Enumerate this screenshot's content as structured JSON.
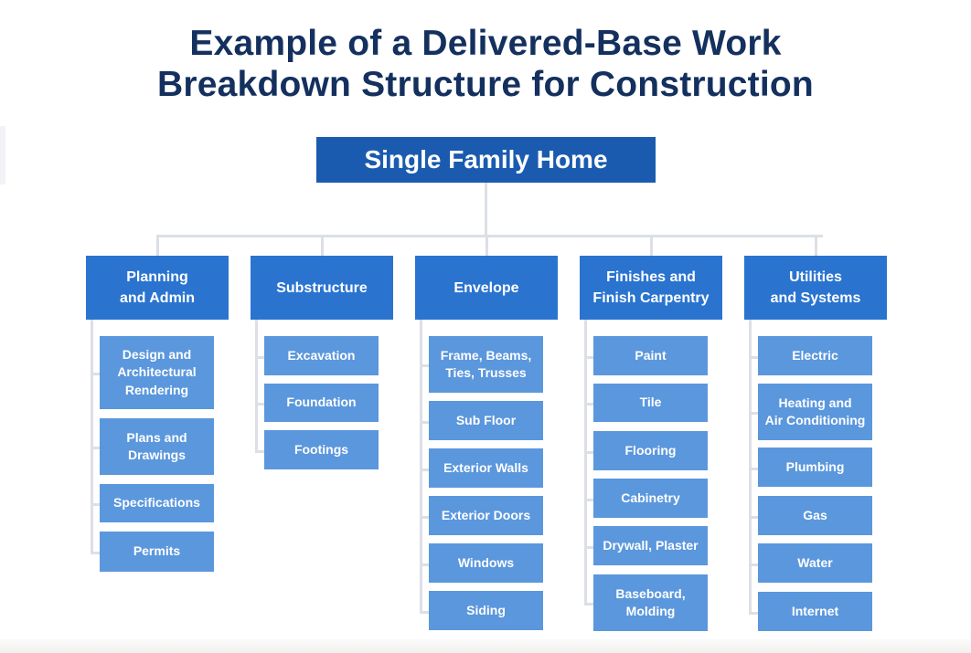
{
  "title": {
    "line1": "Example of a Delivered-Base Work",
    "line2": "Breakdown Structure for Construction"
  },
  "root": "Single Family Home",
  "colors": {
    "title": "#14305e",
    "root": "#1a5bb0",
    "level1": "#2a74d0",
    "level2": "#5b97dd",
    "connector": "#dcdfe6"
  },
  "branches": [
    {
      "label": "Planning\nand Admin",
      "children": [
        "Design and\nArchitectural\nRendering",
        "Plans and\nDrawings",
        "Specifications",
        "Permits"
      ]
    },
    {
      "label": "Substructure",
      "children": [
        "Excavation",
        "Foundation",
        "Footings"
      ]
    },
    {
      "label": "Envelope",
      "children": [
        "Frame, Beams,\nTies, Trusses",
        "Sub Floor",
        "Exterior Walls",
        "Exterior Doors",
        "Windows",
        "Siding"
      ]
    },
    {
      "label": "Finishes and\nFinish Carpentry",
      "children": [
        "Paint",
        "Tile",
        "Flooring",
        "Cabinetry",
        "Drywall, Plaster",
        "Baseboard,\nMolding"
      ]
    },
    {
      "label": "Utilities\nand Systems",
      "children": [
        "Electric",
        "Heating and\nAir Conditioning",
        "Plumbing",
        "Gas",
        "Water",
        "Internet"
      ]
    }
  ]
}
